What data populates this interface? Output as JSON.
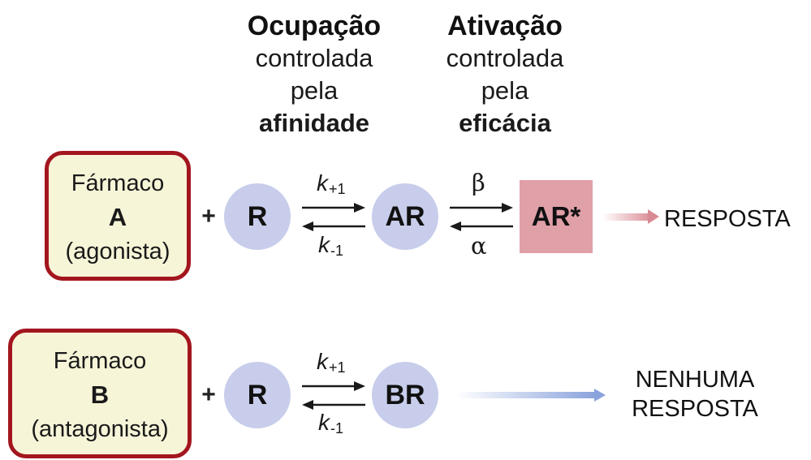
{
  "header": {
    "occupation": {
      "title": "Ocupação",
      "line1": "controlada",
      "line2": "pela",
      "emphasis": "afinidade"
    },
    "activation": {
      "title": "Ativação",
      "line1": "controlada",
      "line2": "pela",
      "emphasis": "eficácia"
    }
  },
  "row_a": {
    "drug": {
      "line1": "Fármaco",
      "letter": "A",
      "line3": "(agonista)"
    },
    "plus": "+",
    "receptor": "R",
    "k_forward": {
      "symbol": "k",
      "sub": "+1"
    },
    "k_reverse": {
      "symbol": "k",
      "sub": "-1"
    },
    "complex": "AR",
    "beta": "β",
    "alpha": "α",
    "active_complex": "AR*",
    "response": "RESPOSTA"
  },
  "row_b": {
    "drug": {
      "line1": "Fármaco",
      "letter": "B",
      "line3": "(antagonista)"
    },
    "plus": "+",
    "receptor": "R",
    "k_forward": {
      "symbol": "k",
      "sub": "+1"
    },
    "k_reverse": {
      "symbol": "k",
      "sub": "-1"
    },
    "complex": "BR",
    "response_line1": "NENHUMA",
    "response_line2": "RESPOSTA"
  },
  "colors": {
    "drug_border": "#a3161e",
    "drug_fill": "#f7f5d8",
    "receptor_fill": "#c7cdea",
    "active_fill": "#e0a0a8",
    "response_arrow": "#d98a94",
    "no_response_arrow": "#8aa3dc"
  }
}
